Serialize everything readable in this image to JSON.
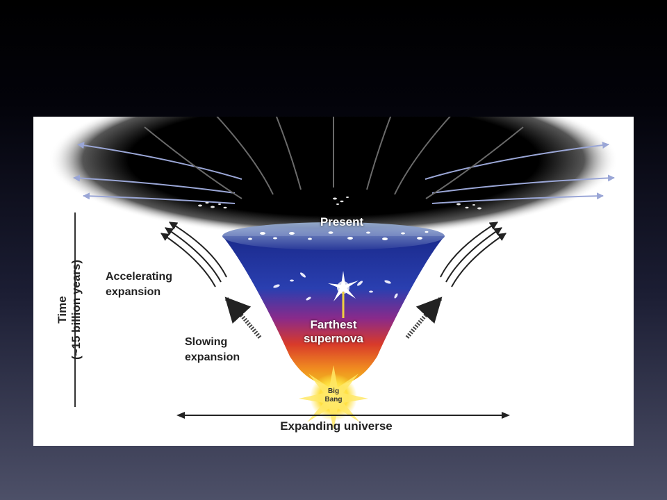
{
  "diagram": {
    "time_axis": {
      "line1": "Time",
      "line2": "(~15 billion years)"
    },
    "labels": {
      "present": "Present",
      "accelerating_line1": "Accelerating",
      "accelerating_line2": "expansion",
      "slowing_line1": "Slowing",
      "slowing_line2": "expansion",
      "farthest_line1": "Farthest",
      "farthest_line2": "supernova",
      "bigbang_line1": "Big",
      "bigbang_line2": "Bang",
      "expanding": "Expanding universe"
    },
    "colors": {
      "slide_top": "#000000",
      "slide_bottom": "#4d5068",
      "cone_top": "#1a2a8c",
      "cone_mid": "#8a2a8a",
      "cone_red": "#d83a2a",
      "cone_bottom": "#f0c020",
      "space": "#000000"
    }
  }
}
